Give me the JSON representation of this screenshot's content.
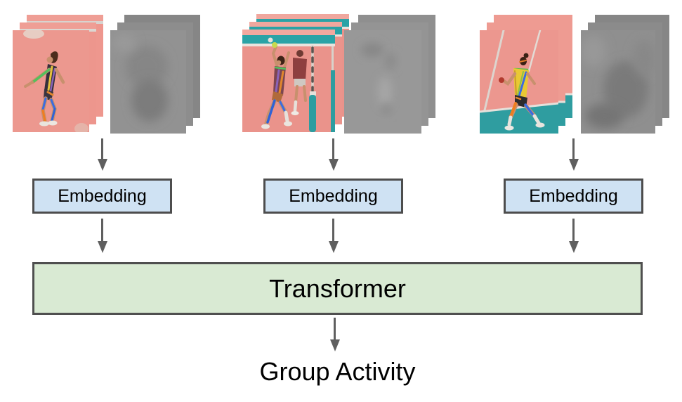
{
  "figure": {
    "columns": [
      {
        "person_image_alt": "volleyball player crop with colored pose-skeleton overlay, crouching on salmon court, 3 stacked frames",
        "flow_image_alt": "stack of 3 gray optical-flow frames with dark central blob",
        "embedding_label": "Embedding"
      },
      {
        "person_image_alt": "volleyball player crop with pose overlay jumping at the net, teal banner and net poles, 3 stacked frames",
        "flow_image_alt": "stack of 3 gray optical-flow frames with faint smudges",
        "embedding_label": "Embedding"
      },
      {
        "person_image_alt": "volleyball player crop in yellow jersey with pose overlay running on salmon court with teal floor, 3 stacked frames",
        "flow_image_alt": "stack of 3 gray optical-flow frames with large dark smudge",
        "embedding_label": "Embedding"
      }
    ],
    "transformer_label": "Transformer",
    "output_label": "Group Activity"
  },
  "colors": {
    "embedding_fill": "#cfe2f3",
    "embedding_border": "#4d4d4d",
    "transformer_fill": "#d9ead3",
    "transformer_border": "#4f4f4f",
    "arrow": "#5f5f5f",
    "court_salmon": "#ec978f",
    "court_teal": "#2aa3a6",
    "flow_gray": "#929292",
    "text": "#000000"
  }
}
